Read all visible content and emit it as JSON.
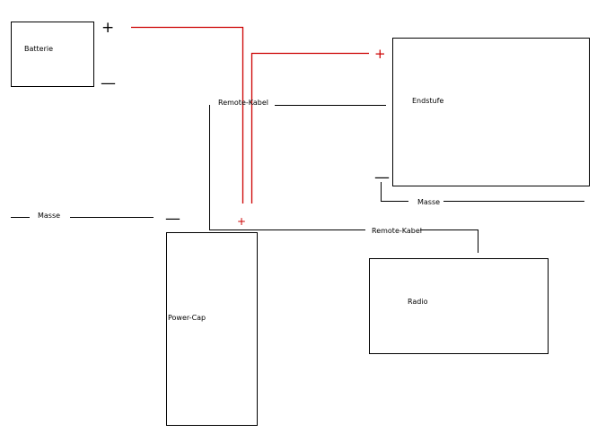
{
  "components": {
    "batterie": "Batterie",
    "endstufe": "Endstufe",
    "radio": "Radio",
    "power_cap": "Power-Cap"
  },
  "wire_labels": {
    "remote_kabel_top": "Remote-Kabel",
    "remote_kabel_bottom": "Remote-Kabel",
    "masse_left": "Masse",
    "masse_right": "Masse"
  },
  "polarity": {
    "batterie_plus": "+",
    "batterie_minus": "—",
    "endstufe_plus": "+",
    "endstufe_minus": "—",
    "powercap_plus": "+",
    "powercap_minus": "—"
  },
  "colors": {
    "positive_wire": "#cc0000",
    "wire": "#000000",
    "background": "#ffffff"
  }
}
